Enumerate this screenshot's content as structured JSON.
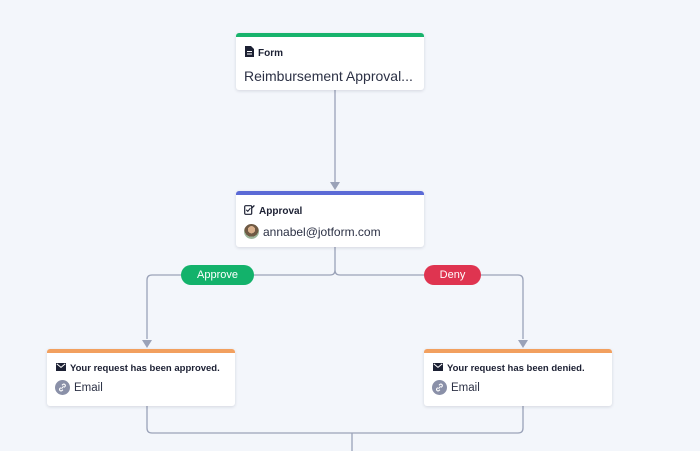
{
  "colors": {
    "form_accent": "#18b36c",
    "approval_accent": "#5b6ad6",
    "email_accent": "#f2a05f",
    "approve": "#13b26b",
    "deny": "#df3450",
    "connector": "#9aa2b8"
  },
  "form_node": {
    "icon": "document-icon",
    "type_label": "Form",
    "title": "Reimbursement Approval..."
  },
  "approval_node": {
    "icon": "approval-icon",
    "type_label": "Approval",
    "assignee": "annabel@jotform.com"
  },
  "branches": {
    "approve_label": "Approve",
    "deny_label": "Deny"
  },
  "email_approved": {
    "icon": "envelope-icon",
    "subject": "Your request has been approved.",
    "channel_icon": "link-icon",
    "channel": "Email"
  },
  "email_denied": {
    "icon": "envelope-icon",
    "subject": "Your request has been denied.",
    "channel_icon": "link-icon",
    "channel": "Email"
  }
}
